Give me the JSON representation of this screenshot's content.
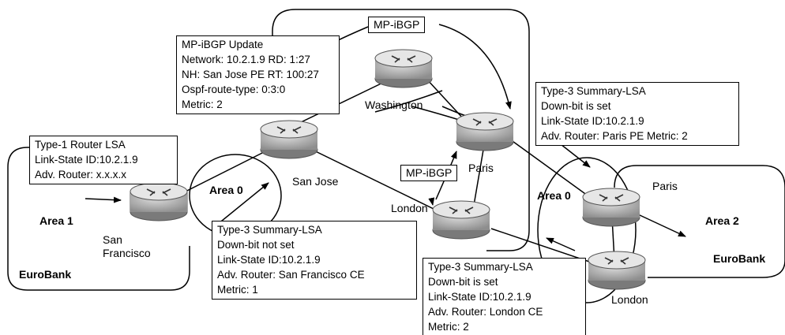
{
  "areas": {
    "area1": "Area 1",
    "area0_left": "Area 0",
    "area0_right": "Area 0",
    "area2": "Area 2",
    "eurobank_left": "EuroBank",
    "eurobank_right": "EuroBank"
  },
  "routers": {
    "san_francisco": [
      "San",
      "Francisco"
    ],
    "san_jose": "San Jose",
    "washington": "Washington",
    "paris_pe": "Paris",
    "london_pe": "London",
    "paris_ce": "Paris",
    "london_ce": "London"
  },
  "mp_ibgp_top": "MP-iBGP",
  "mp_ibgp_mid": "MP-iBGP",
  "boxes": {
    "mp_ibgp_update": [
      "MP-iBGP Update",
      "Network: 10.2.1.9 RD: 1:27",
      "NH: San Jose PE  RT: 100:27",
      "Ospf-route-type: 0:3:0",
      "Metric: 2"
    ],
    "type1_router_lsa": [
      "Type-1 Router LSA",
      "Link-State ID:10.2.1.9",
      "Adv. Router: x.x.x.x"
    ],
    "type3_sf": [
      "Type-3 Summary-LSA",
      "Down-bit not set",
      "Link-State ID:10.2.1.9",
      "Adv. Router: San Francisco CE",
      "Metric: 1"
    ],
    "type3_paris": [
      "Type-3 Summary-LSA",
      "Down-bit is set",
      "Link-State ID:10.2.1.9",
      "Adv. Router: Paris PE Metric: 2"
    ],
    "type3_london": [
      "Type-3 Summary-LSA",
      "Down-bit is set",
      "Link-State ID:10.2.1.9",
      "Adv. Router: London CE",
      "Metric: 2"
    ]
  }
}
